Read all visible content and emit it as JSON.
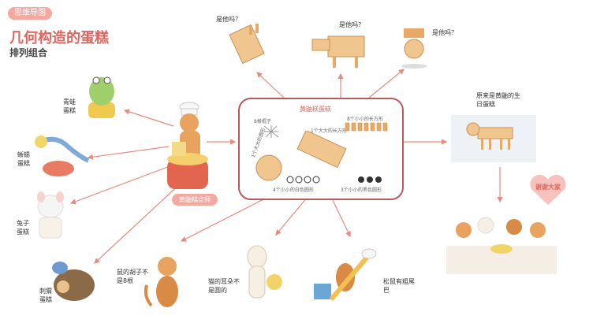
{
  "header": {
    "tag": "思维导图",
    "title": "几何构造的蛋糕",
    "subtitle": "排列组合"
  },
  "center": {
    "label": "黄鼬糕点师"
  },
  "box": {
    "title": "黄鼬糕蛋糕",
    "sticks": "8根棍子",
    "big_circle": "1个大大的圆形",
    "big_rect": "1个大大的长方形",
    "small_rects": "8个小小的长方形",
    "white_circles": "4个小小的白色圆形",
    "black_circles": "3个小小的黑色圆形"
  },
  "top_labels": {
    "q1": "是他吗？",
    "q2": "是他吗？",
    "q3": "是他吗？"
  },
  "left_labels": {
    "frog": "青蛙蛋糕",
    "lizard": "蜥蜴蛋糕",
    "rabbit": "兔子蛋糕",
    "hedgehog": "刺猬蛋糕"
  },
  "bottom_labels": {
    "whiskers": "鼠的胡子不是8根",
    "ears": "猫的耳朵不是圆的",
    "squirrel": "松鼠有粗尾巴"
  },
  "right": {
    "reveal": "原来是黄鼬的生日蛋糕",
    "thanks": "谢谢大家"
  },
  "colors": {
    "accent": "#e0675f",
    "arrow": "#e88a80",
    "box_border": "#b65a5a",
    "tag_bg": "#f3a9a0"
  },
  "chart_data": {
    "type": "diagram",
    "title": "几何构造的蛋糕"
  }
}
